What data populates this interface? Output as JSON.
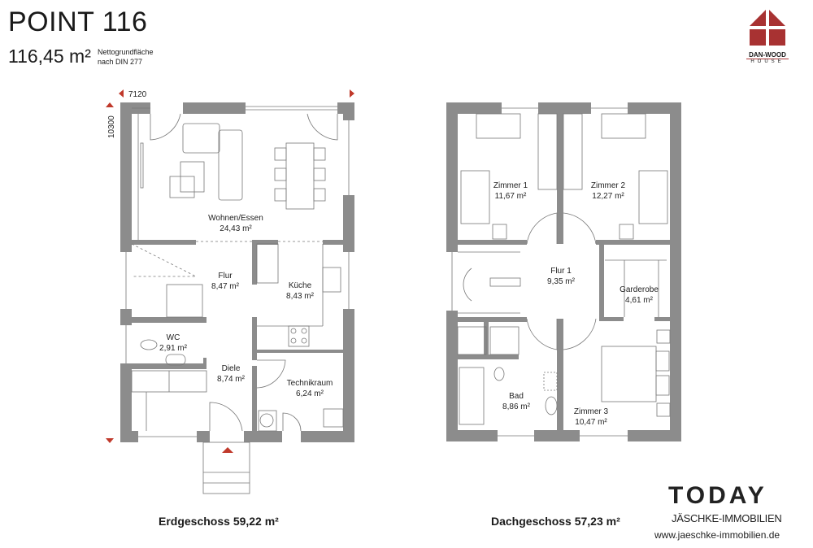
{
  "header": {
    "title": "POINT 116",
    "area": "116,45 m²",
    "area_note_line1": "Nettogrundfläche",
    "area_note_line2": "nach DIN 277"
  },
  "logo": {
    "brand": "DAN-WOOD",
    "sub": "HOUSE",
    "color": "#a83232"
  },
  "dimensions": {
    "width": "7120",
    "depth": "10300"
  },
  "ground_floor": {
    "caption": "Erdgeschoss 59,22 m²",
    "rooms": [
      {
        "name": "Wohnen/Essen",
        "area": "24,43 m²"
      },
      {
        "name": "Flur",
        "area": "8,47 m²"
      },
      {
        "name": "Küche",
        "area": "8,43 m²"
      },
      {
        "name": "WC",
        "area": "2,91 m²"
      },
      {
        "name": "Diele",
        "area": "8,74 m²"
      },
      {
        "name": "Technikraum",
        "area": "6,24 m²"
      }
    ]
  },
  "upper_floor": {
    "caption": "Dachgeschoss 57,23 m²",
    "rooms": [
      {
        "name": "Zimmer 1",
        "area": "11,67 m²"
      },
      {
        "name": "Zimmer 2",
        "area": "12,27 m²"
      },
      {
        "name": "Flur 1",
        "area": "9,35 m²"
      },
      {
        "name": "Garderobe",
        "area": "4,61 m²"
      },
      {
        "name": "Bad",
        "area": "8,86 m²"
      },
      {
        "name": "Zimmer 3",
        "area": "10,47 m²"
      }
    ]
  },
  "footer": {
    "brand": "TODAY",
    "agency": "JÄSCHKE-IMMOBILIEN",
    "website": "www.jaeschke-immobilien.de"
  },
  "colors": {
    "wall": "#8c8c8c",
    "accent": "#c0392b"
  }
}
